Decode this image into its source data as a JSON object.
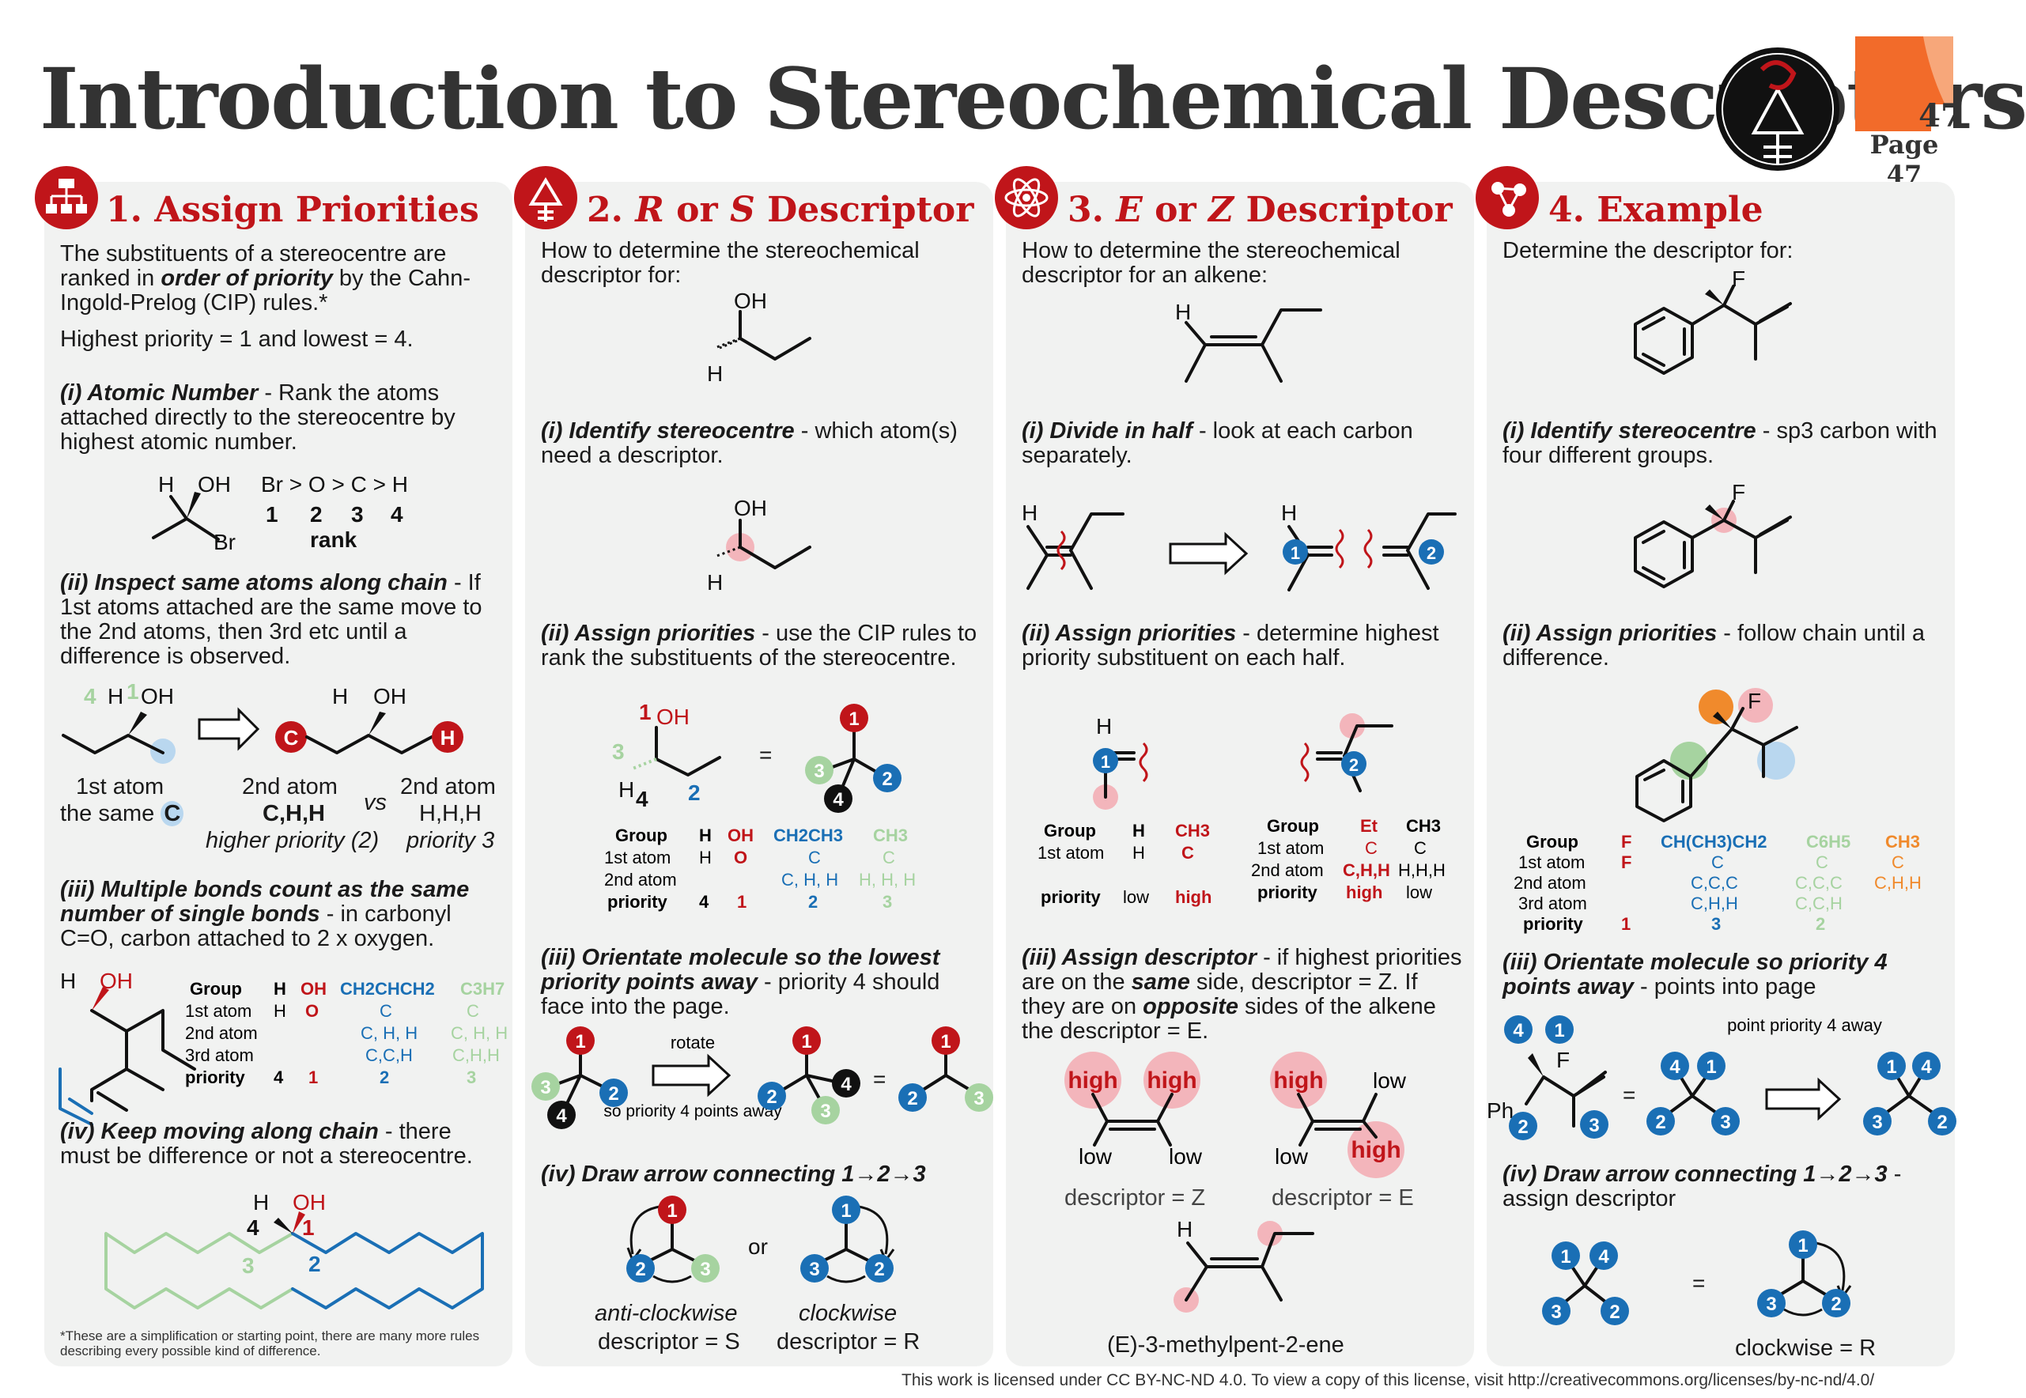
{
  "title": "Introduction  to Stereochemical Descriptors",
  "page_badge": "47",
  "page_label": "Page 47",
  "license": "This work is licensed under CC BY-NC-ND 4.0. To view a copy of this license, visit http://creativecommons.org/licenses/by-nc-nd/4.0/",
  "colors": {
    "red": "#c0151a",
    "blue": "#1a6fb5",
    "green": "#a6d3a0",
    "orange": "#f08a2c",
    "pink": "#f3b5bb",
    "panel": "#f1f2f1"
  },
  "s1": {
    "title": "1. Assign Priorities",
    "icon": "hierarchy-icon",
    "intro_pre": "The substituents of a stereocentre are ranked in ",
    "intro_em": "order of priority",
    "intro_post": " by the Cahn-Ingold-Prelog (CIP) rules.*",
    "highest": "Highest priority = 1 and lowest = 4.",
    "i_head": "(i) Atomic Number",
    "i_body": " - Rank the atoms attached directly to the stereocentre by highest atomic number.",
    "rank_order": "Br > O > C > H",
    "rank_nums": [
      "1",
      "2",
      "3",
      "4"
    ],
    "rank_word": "rank",
    "ii_head": "(ii) Inspect same atoms along chain",
    "ii_body": " - If 1st atoms attached are the same move to the 2nd atoms, then 3rd etc until a difference is observed.",
    "first_atom": "1st atom",
    "the_same": "the same",
    "second_atom_a": "2nd atom",
    "second_atom_a_sub": "C,H,H",
    "vs": "vs",
    "second_atom_b": "2nd atom",
    "second_atom_b_sub": "H,H,H",
    "higher": "higher priority (2)",
    "priority3": "priority 3",
    "iii_head": "(iii) Multiple bonds count as the same number of single bonds",
    "iii_body": " - in carbonyl C=O, carbon attached to 2 x oxygen.",
    "table_rows": [
      "Group",
      "1st atom",
      "2nd atom",
      "3rd atom",
      "priority"
    ],
    "table_cols": [
      {
        "head": "H",
        "vals": [
          "H",
          "",
          "",
          "4"
        ]
      },
      {
        "head": "OH",
        "vals": [
          "O",
          "",
          "",
          "1"
        ]
      },
      {
        "head": "CH2CHCH2",
        "vals": [
          "C",
          "C, H, H",
          "C,C,H",
          "2"
        ]
      },
      {
        "head": "C3H7",
        "vals": [
          "C",
          "C, H, H",
          "C,H,H",
          "3"
        ]
      }
    ],
    "iv_head": "(iv) Keep moving along chain",
    "iv_body": " - there must be difference or not a stereocentre.",
    "footnote": "*These are a simplification or starting point, there are many more rules describing every possible kind of difference."
  },
  "s2": {
    "title_num": "2.",
    "title_r": "R",
    "title_or": "or",
    "title_s": "S",
    "title_rest": "Descriptor",
    "icon": "alchemy-icon",
    "intro": "How to determine the stereochemical descriptor for:",
    "i_head": "(i) Identify stereocentre",
    "i_body": " - which atom(s) need a descriptor.",
    "ii_head": "(ii) Assign priorities",
    "ii_body": " - use the CIP rules to rank the substituents of the stereocentre.",
    "table_rows": [
      "Group",
      "1st atom",
      "2nd atom",
      "priority"
    ],
    "table_cols": [
      {
        "head": "H",
        "vals": [
          "H",
          "",
          "4"
        ]
      },
      {
        "head": "OH",
        "vals": [
          "O",
          "",
          "1"
        ]
      },
      {
        "head": "CH2CH3",
        "vals": [
          "C",
          "C, H, H",
          "2"
        ]
      },
      {
        "head": "CH3",
        "vals": [
          "C",
          "H, H, H",
          "3"
        ]
      }
    ],
    "iii_head": "(iii) Orientate molecule so the lowest priority points away",
    "iii_body": " - priority 4 should face into the page.",
    "rotate": "rotate",
    "rotate_note": "so priority 4 points away",
    "iv_head": "(iv) Draw arrow connecting 1→2→3",
    "anticlockwise": "anti-clockwise",
    "clockwise": "clockwise",
    "or": "or",
    "desc_s": "descriptor = S",
    "desc_r": "descriptor = R"
  },
  "s3": {
    "title_num": "3.",
    "title_e": "E",
    "title_or": "or",
    "title_z": "Z",
    "title_rest": "Descriptor",
    "icon": "atom-icon",
    "intro": "How to determine the stereochemical descriptor for an alkene:",
    "i_head": "(i) Divide in half",
    "i_body": " - look at each carbon separately.",
    "ii_head": "(ii) Assign priorities",
    "ii_body": " - determine highest priority substituent on each half.",
    "left_table": {
      "rows": [
        "Group",
        "1st atom",
        "priority"
      ],
      "cols": [
        {
          "head": "H",
          "vals": [
            "H",
            "low"
          ]
        },
        {
          "head": "CH3",
          "vals": [
            "C",
            "high"
          ]
        }
      ]
    },
    "right_table": {
      "rows": [
        "Group",
        "1st atom",
        "2nd atom",
        "priority"
      ],
      "cols": [
        {
          "head": "Et",
          "vals": [
            "C",
            "C,H,H",
            "high"
          ]
        },
        {
          "head": "CH3",
          "vals": [
            "C",
            "H,H,H",
            "low"
          ]
        }
      ]
    },
    "iii_head": "(iii) Assign descriptor",
    "iii_body1": " - if highest priorities are on the ",
    "same": "same",
    "iii_body2": " side, descriptor = Z. If they are on ",
    "opposite": "opposite",
    "iii_body3": " sides of the alkene the descriptor = E.",
    "high": "high",
    "low": "low",
    "desc_z": "descriptor = Z",
    "desc_e": "descriptor = E",
    "name": "(E)-3-methylpent-2-ene"
  },
  "s4": {
    "title": "4. Example",
    "icon": "molecule-icon",
    "intro": "Determine the descriptor for:",
    "i_head": "(i) Identify stereocentre",
    "i_body": " - sp3 carbon with four different groups.",
    "ii_head": "(ii) Assign priorities",
    "ii_body": " - follow chain until a difference.",
    "table_rows": [
      "Group",
      "1st atom",
      "2nd atom",
      "3rd atom",
      "priority"
    ],
    "table_cols": [
      {
        "head": "F",
        "vals": [
          "F",
          "",
          "",
          "1"
        ]
      },
      {
        "head": "CH(CH3)CH2",
        "vals": [
          "C",
          "C,C,C",
          "C,H,H",
          "3"
        ]
      },
      {
        "head": "C6H5",
        "vals": [
          "C",
          "C,C,C",
          "C,C,H",
          "2"
        ]
      },
      {
        "head": "CH3",
        "vals": [
          "C",
          "C,H,H",
          "",
          ""
        ]
      }
    ],
    "iii_head": "(iii) Orientate molecule so priority 4 points away",
    "iii_body": " - points into page",
    "point_note": "point priority 4 away",
    "iv_head": "(iv) Draw arrow connecting 1→2→3",
    "iv_body": " - assign descriptor",
    "answer": "clockwise = R"
  }
}
